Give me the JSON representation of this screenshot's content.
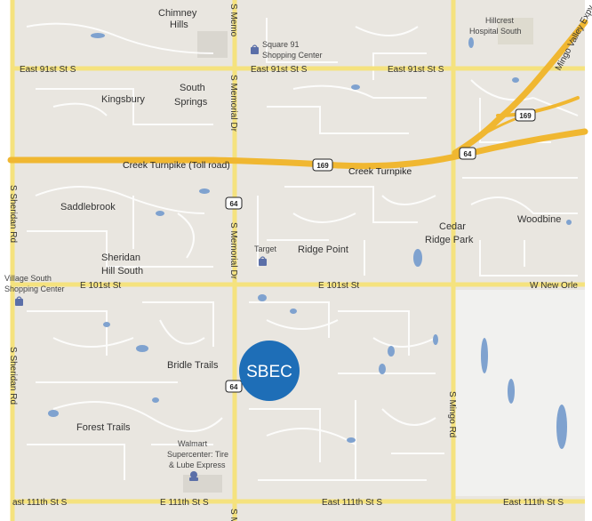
{
  "map": {
    "colors": {
      "background": "#e9e6e0",
      "right_panel": "#f1f1ef",
      "road_major": "#f5e27e",
      "road_minor": "#ffffff",
      "highway": "#f0b731",
      "water": "#7fa2cf",
      "marker": "#1e6eb7"
    },
    "marker": {
      "label": "SBEC"
    },
    "places": {
      "chimney": "Chimney",
      "chimney_hills": "Hills",
      "kingsbury": "Kingsbury",
      "south": "South",
      "south_springs": "Springs",
      "saddlebrook": "Saddlebrook",
      "sheridan": "Sheridan",
      "sheridan_hill_south": "Hill South",
      "ridge_point": "Ridge Point",
      "cedar": "Cedar",
      "cedar_ridge_park": "Ridge Park",
      "woodbine": "Woodbine",
      "bridle_trails": "Bridle Trails",
      "forest_trails": "Forest Trails"
    },
    "pois": {
      "square91_line1": "Square 91",
      "square91_line2": "Shopping Center",
      "hillcrest_line1": "Hillcrest",
      "hillcrest_line2": "Hospital South",
      "target": "Target",
      "village_line1": "Village South",
      "village_line2": "Shopping Center",
      "walmart_line1": "Walmart",
      "walmart_line2": "Supercenter: Tire",
      "walmart_line3": "& Lube Express"
    },
    "roads": {
      "e91_a": "East 91st St S",
      "e91_b": "East 91st St S",
      "e91_c": "East 91st St S",
      "creek_toll": "Creek Turnpike (Toll road)",
      "creek": "Creek Turnpike",
      "e101_a": "E 101st St",
      "e101_b": "E 101st St",
      "w_new_orleans": "W New Orle",
      "e111_a": "ast 111th St S",
      "e111_b": "E 111th St S",
      "e111_c": "East 111th St S",
      "e111_d": "East 111th St S",
      "s_memorial_top": "S Memo",
      "s_memorial_mid1": "S Memorial Dr",
      "s_memorial_mid2": "S Memorial Dr",
      "s_memorial_bot": "S Mem",
      "s_sheridan_a": "S Sheridan Rd",
      "s_sheridan_b": "S Sheridan Rd",
      "s_mingo": "S Mingo Rd",
      "mingo_valley": "Mingo Valley Expy",
      "hwy169_a": "169",
      "hwy169_b": "169",
      "hwy64_a": "64",
      "hwy64_b": "64",
      "hwy64_c": "64"
    }
  }
}
